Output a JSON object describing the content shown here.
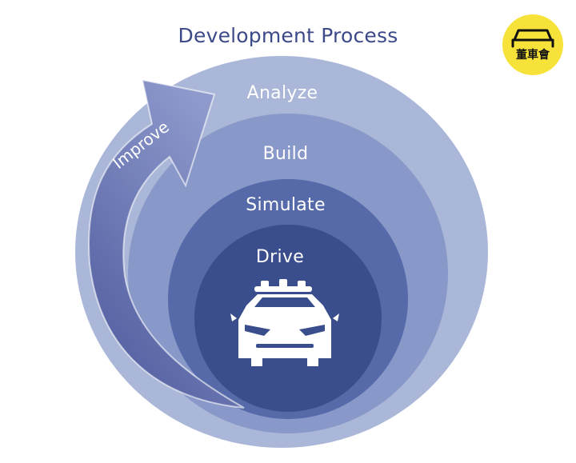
{
  "diagram": {
    "title": "Development Process",
    "rings": [
      {
        "label": "Analyze",
        "color": "#a9b6d8"
      },
      {
        "label": "Build",
        "color": "#8596c7"
      },
      {
        "label": "Simulate",
        "color": "#5368a8"
      },
      {
        "label": "Drive",
        "color": "#3a4d8c"
      }
    ],
    "arrow": {
      "label": "Improve",
      "color": "#6c78b6"
    },
    "center_icon": "autonomous-car-icon"
  },
  "badge": {
    "text": "董車會",
    "color": "#f7e23a",
    "icon": "car-outline-icon"
  }
}
